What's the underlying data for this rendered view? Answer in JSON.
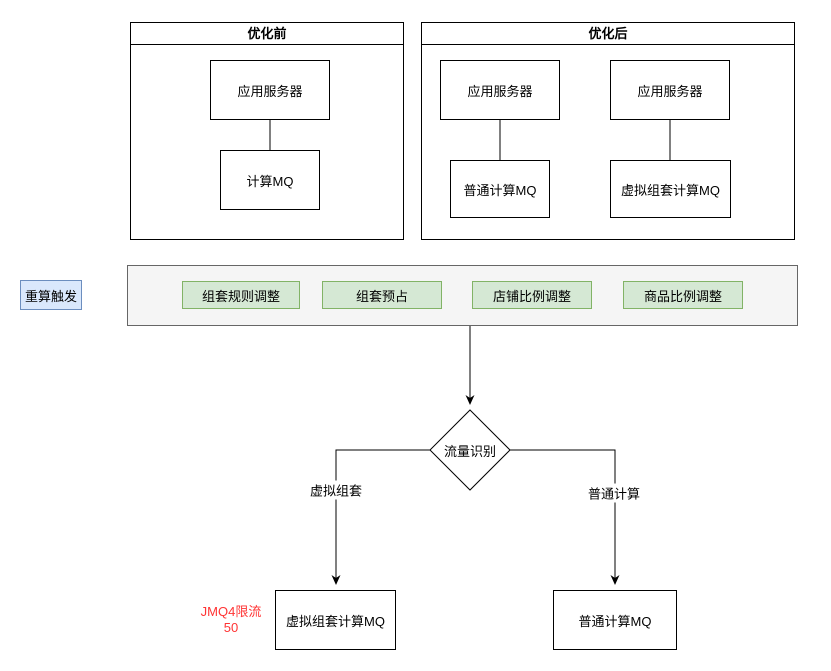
{
  "before": {
    "title": "优化前",
    "app_server": "应用服务器",
    "mq": "计算MQ"
  },
  "after": {
    "title": "优化后",
    "app_server_left": "应用服务器",
    "app_server_right": "应用服务器",
    "mq_normal": "普通计算MQ",
    "mq_virtual": "虚拟组套计算MQ"
  },
  "trigger": {
    "label": "重算触发"
  },
  "adjustments": {
    "items": [
      "组套规则调整",
      "组套预占",
      "店铺比例调整",
      "商品比例调整"
    ]
  },
  "decision": {
    "label": "流量识别"
  },
  "branches": {
    "left": "虚拟组套",
    "right": "普通计算"
  },
  "targets": {
    "virtual_mq": "虚拟组套计算MQ",
    "normal_mq": "普通计算MQ"
  },
  "annotation": {
    "line1": "JMQ4限流",
    "line2": "50"
  },
  "colors": {
    "node_border": "#000000",
    "trigger_fill": "#dae8fc",
    "trigger_border": "#6c8ebf",
    "chip_fill": "#d5e8d4",
    "chip_border": "#82b366",
    "tray_fill": "#f5f5f5",
    "tray_border": "#666666",
    "annotation_text": "#ff3333"
  }
}
